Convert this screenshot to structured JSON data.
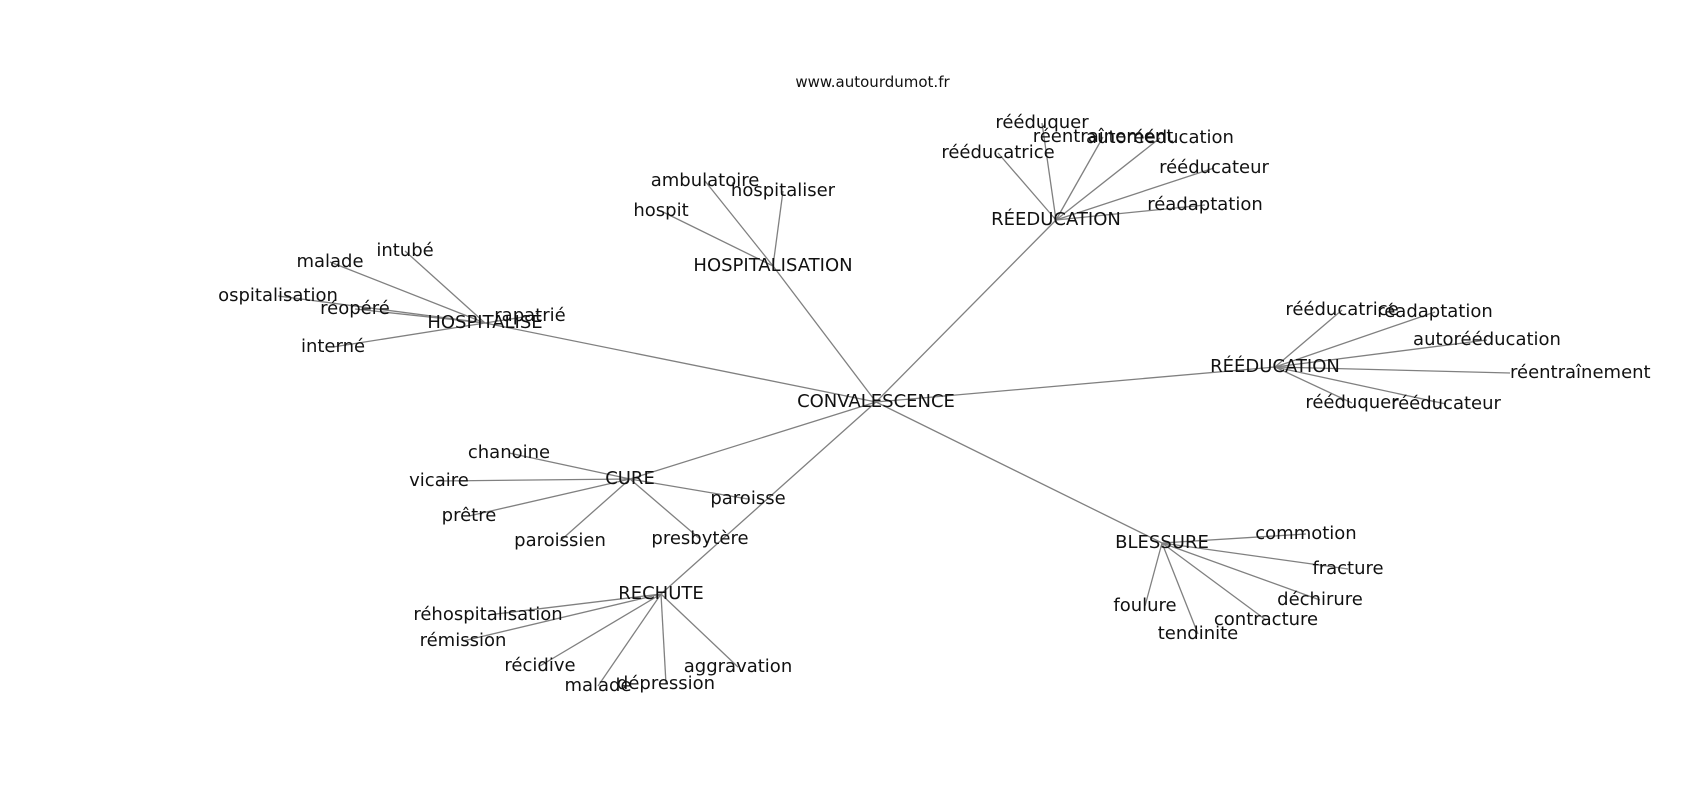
{
  "watermark": "www.autourdumot.fr",
  "graph": {
    "center": "CONVALESCENCE",
    "hubs": [
      {
        "label": "HOSPITALISÉ",
        "leaves": [
          "intubé",
          "malade",
          "ospitalisation",
          "réopéré",
          "rapatrié",
          "interné"
        ]
      },
      {
        "label": "HOSPITALISATION",
        "leaves": [
          "ambulatoire",
          "hospitaliser",
          "hospit"
        ]
      },
      {
        "label": "RÉEDUCATION",
        "leaves": [
          "rééduquer",
          "réentraînement",
          "autorééducation",
          "rééducatrice",
          "rééducateur",
          "réadaptation"
        ]
      },
      {
        "label": "RÉÉDUCATION",
        "leaves": [
          "rééducatrice",
          "réadaptation",
          "autorééducation",
          "réentraînement",
          "rééduquer",
          "rééducateur"
        ]
      },
      {
        "label": "CURE",
        "leaves": [
          "chanoine",
          "vicaire",
          "prêtre",
          "paroissien",
          "presbytère",
          "paroisse"
        ]
      },
      {
        "label": "RECHUTE",
        "leaves": [
          "réhospitalisation",
          "rémission",
          "récidive",
          "malade",
          "dépression",
          "aggravation"
        ]
      },
      {
        "label": "BLESSURE",
        "leaves": [
          "commotion",
          "fracture",
          "déchirure",
          "contracture",
          "foulure",
          "tendinite"
        ]
      }
    ]
  }
}
